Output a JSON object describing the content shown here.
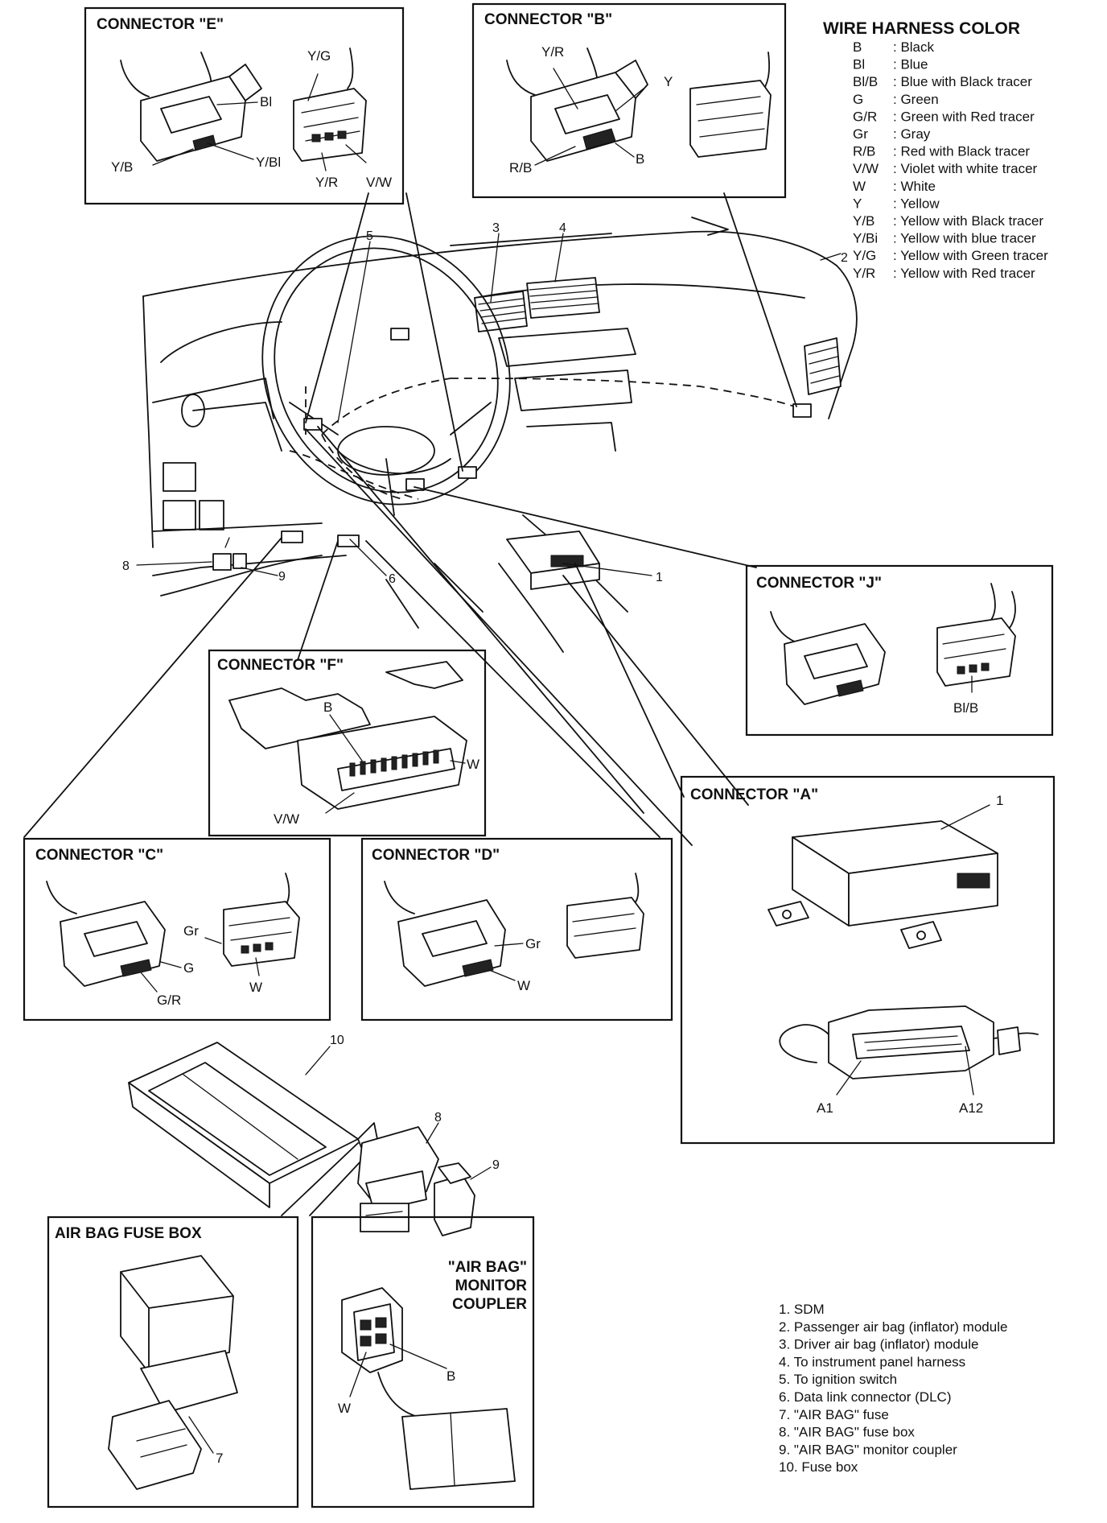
{
  "wire_harness": {
    "title": "WIRE HARNESS COLOR",
    "entries": [
      {
        "code": "B",
        "desc": ": Black"
      },
      {
        "code": "Bl",
        "desc": ": Blue"
      },
      {
        "code": "Bl/B",
        "desc": ": Blue with Black tracer"
      },
      {
        "code": "G",
        "desc": ": Green"
      },
      {
        "code": "G/R",
        "desc": ": Green with Red tracer"
      },
      {
        "code": "Gr",
        "desc": ": Gray"
      },
      {
        "code": "R/B",
        "desc": ": Red with Black tracer"
      },
      {
        "code": "V/W",
        "desc": ": Violet with white tracer"
      },
      {
        "code": "W",
        "desc": ": White"
      },
      {
        "code": "Y",
        "desc": ": Yellow"
      },
      {
        "code": "Y/B",
        "desc": ": Yellow with Black tracer"
      },
      {
        "code": "Y/Bi",
        "desc": ": Yellow with blue tracer"
      },
      {
        "code": "Y/G",
        "desc": ": Yellow with Green tracer"
      },
      {
        "code": "Y/R",
        "desc": ": Yellow with Red tracer"
      }
    ]
  },
  "connectors": {
    "e": {
      "title": "CONNECTOR \"E\"",
      "labels": [
        "Y/G",
        "Bl",
        "Y/B",
        "Y/Bl",
        "Y/R",
        "V/W"
      ]
    },
    "b": {
      "title": "CONNECTOR \"B\"",
      "labels": [
        "Y/R",
        "Y",
        "R/B",
        "B"
      ]
    },
    "j": {
      "title": "CONNECTOR \"J\"",
      "labels": [
        "Bl/B"
      ]
    },
    "f": {
      "title": "CONNECTOR \"F\"",
      "labels": [
        "B",
        "W",
        "V/W"
      ]
    },
    "a": {
      "title": "CONNECTOR \"A\"",
      "labels": [
        "1",
        "A1",
        "A12"
      ]
    },
    "c": {
      "title": "CONNECTOR \"C\"",
      "labels": [
        "Gr",
        "G",
        "G/R",
        "W"
      ]
    },
    "d": {
      "title": "CONNECTOR \"D\"",
      "labels": [
        "Gr",
        "W"
      ]
    }
  },
  "fuse_box": {
    "title": "AIR BAG FUSE BOX",
    "label": "7"
  },
  "monitor": {
    "title_lines": [
      "\"AIR BAG\"",
      "MONITOR",
      "COUPLER"
    ],
    "labels": [
      "B",
      "W"
    ]
  },
  "callouts": [
    "1",
    "2",
    "3",
    "4",
    "5",
    "6",
    "8",
    "9",
    "10",
    "8",
    "9"
  ],
  "parts_list": [
    "1. SDM",
    "2. Passenger air bag (inflator) module",
    "3. Driver air bag (inflator) module",
    "4. To instrument panel harness",
    "5. To ignition switch",
    "6. Data link connector (DLC)",
    "7. \"AIR BAG\" fuse",
    "8. \"AIR BAG\" fuse box",
    "9. \"AIR BAG\" monitor coupler",
    "10. Fuse box"
  ]
}
